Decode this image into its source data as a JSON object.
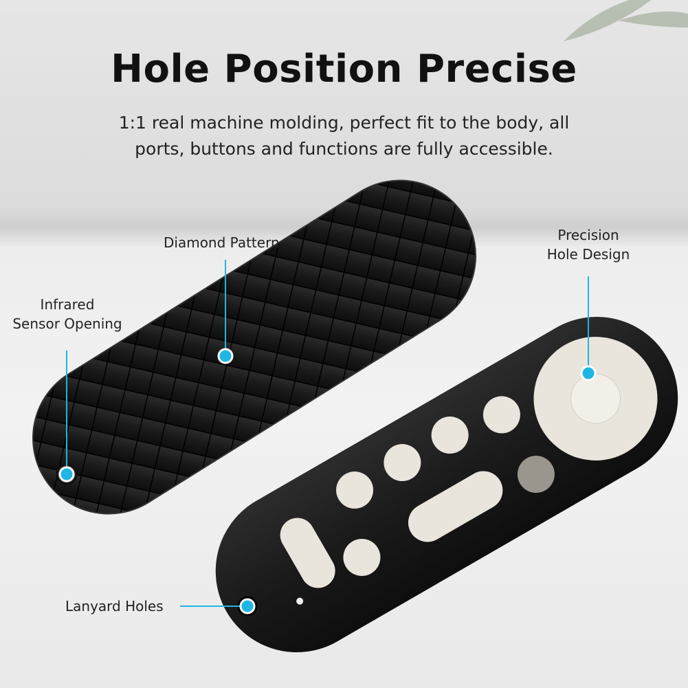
{
  "title": "Hole Position Precise",
  "subtitle_line1": "1:1 real machine molding, perfect fit to the body, all",
  "subtitle_line2": "ports, buttons and functions are fully accessible.",
  "callouts": {
    "diamond": "Diamond Pattern",
    "infrared_line1": "Infrared",
    "infrared_line2": "Sensor Opening",
    "precision_line1": "Precision",
    "precision_line2": "Hole Design",
    "lanyard": "Lanyard Holes"
  },
  "colors": {
    "accent": "#1fb6e3",
    "case": "#1b1b1b",
    "button": "#e9e4dc"
  }
}
